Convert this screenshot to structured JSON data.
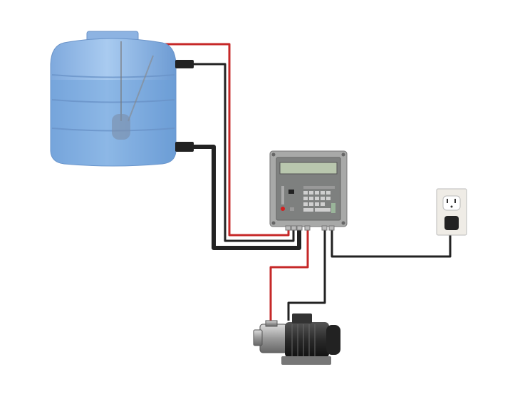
{
  "diagram": {
    "components": [
      "water-tank",
      "controller",
      "wall-outlet",
      "pump"
    ],
    "colors": {
      "tank": "#8fb8e6",
      "wire_red": "#c62828",
      "wire_black": "#222222",
      "controller_body": "#a8a9a8",
      "display": "#b9c7ae",
      "outlet": "#efece6"
    }
  }
}
